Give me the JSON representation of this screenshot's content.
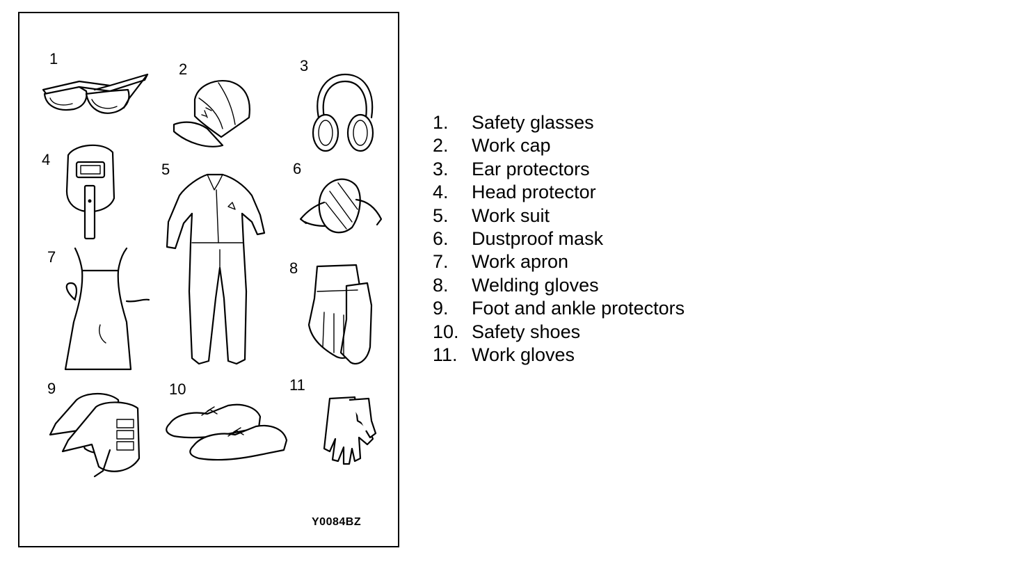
{
  "figure": {
    "code": "Y0084BZ",
    "numbers": [
      "1",
      "2",
      "3",
      "4",
      "5",
      "6",
      "7",
      "8",
      "9",
      "10",
      "11"
    ]
  },
  "legend": [
    {
      "num": "1.",
      "label": "Safety glasses"
    },
    {
      "num": "2.",
      "label": "Work cap"
    },
    {
      "num": "3.",
      "label": "Ear protectors"
    },
    {
      "num": "4.",
      "label": "Head protector"
    },
    {
      "num": "5.",
      "label": "Work suit"
    },
    {
      "num": "6.",
      "label": "Dustproof mask"
    },
    {
      "num": "7.",
      "label": "Work apron"
    },
    {
      "num": "8.",
      "label": "Welding gloves"
    },
    {
      "num": "9.",
      "label": "Foot and ankle protectors"
    },
    {
      "num": "10.",
      "label": "Safety shoes"
    },
    {
      "num": "11.",
      "label": "Work gloves"
    }
  ]
}
